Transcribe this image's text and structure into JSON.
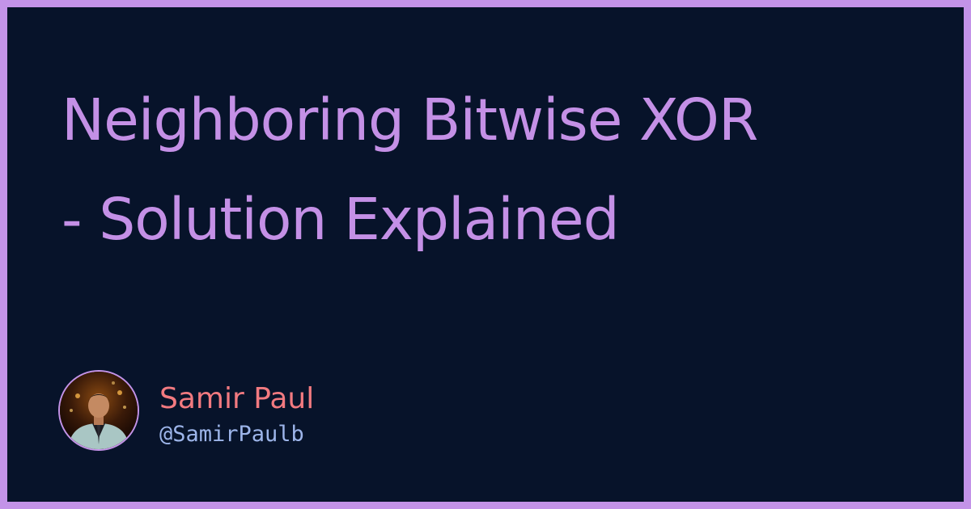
{
  "card": {
    "title_line1": "Neighboring Bitwise XOR",
    "title_line2": "- Solution Explained",
    "author": {
      "name": "Samir Paul",
      "handle": "@SamirPaulb",
      "avatar_icon": "person-photo-avatar"
    },
    "colors": {
      "border": "#c393e8",
      "background": "#07132a",
      "title": "#c490e6",
      "name": "#f27a80",
      "handle": "#9db5ea"
    }
  }
}
